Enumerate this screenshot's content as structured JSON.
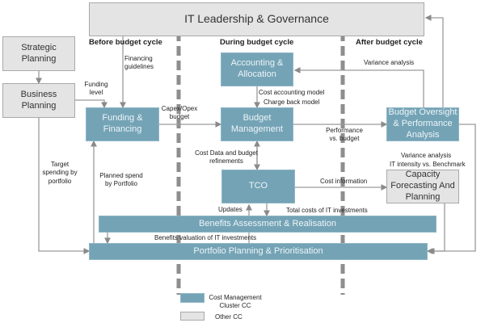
{
  "headers": {
    "before": "Before budget cycle",
    "during": "During budget cycle",
    "after": "After budget cycle"
  },
  "boxes": {
    "it_leadership": "IT Leadership & Governance",
    "strategic": "Strategic Planning",
    "business": "Business Planning",
    "funding": "Funding & Financing",
    "accounting": "Accounting & Allocation",
    "budget": "Budget Management",
    "oversight": "Budget Oversight & Performance Analysis",
    "tco": "TCO",
    "capacity": "Capacity Forecasting And Planning",
    "benefits": "Benefits Assessment & Realisation",
    "portfolio": "Portfolio Planning & Prioritisation"
  },
  "labels": {
    "financing_guidelines": "Financing guidelines",
    "funding_level": "Funding level",
    "capex_opex": "Capex/Opex budget",
    "cost_accounting": "Cost accounting model",
    "charge_back": "Charge back model",
    "variance_top": "Variance analysis",
    "performance": "Performance vs. budget",
    "variance_mid": "Variance analysis",
    "it_intensity": "IT intensity vs. Benchmark",
    "cost_data": "Cost Data and budget refinements",
    "target_spending": "Target spending by portfolio",
    "planned_spend": "Planned spend by Portfolio",
    "cost_information": "Cost information",
    "updates": "Updates",
    "total_costs": "Total costs of IT investments",
    "benefits_valuation": "Benefits valuation of IT investments"
  },
  "legend": [
    {
      "label": "Cost Management Cluster CC",
      "color": "#74a3b6"
    },
    {
      "label": "Other CC",
      "color": "#e4e4e4"
    }
  ]
}
